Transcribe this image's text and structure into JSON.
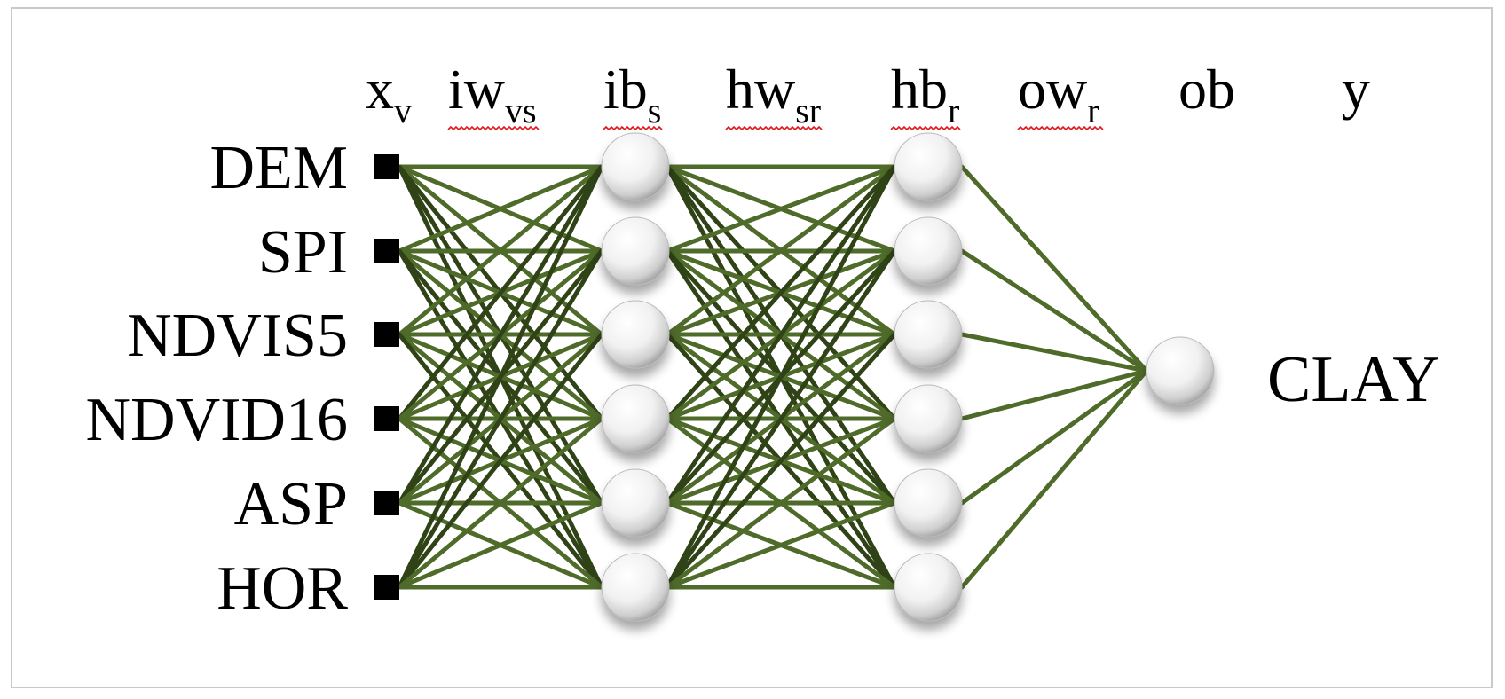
{
  "headers": [
    {
      "base": "x",
      "sub": "v",
      "squiggle": false
    },
    {
      "base": "iw",
      "sub": "vs",
      "squiggle": true
    },
    {
      "base": "ib",
      "sub": "s",
      "squiggle": true
    },
    {
      "base": "hw",
      "sub": "sr",
      "squiggle": true
    },
    {
      "base": "hb",
      "sub": "r",
      "squiggle": true
    },
    {
      "base": "ow",
      "sub": "r",
      "squiggle": true
    },
    {
      "base": "ob",
      "sub": "",
      "squiggle": false
    },
    {
      "base": "y",
      "sub": "",
      "squiggle": false
    }
  ],
  "inputs": [
    "DEM",
    "SPI",
    "NDVIS5",
    "NDVID16",
    "ASP",
    "HOR"
  ],
  "output_label": "CLAY",
  "colors": {
    "edge": "#4f6b2a",
    "edge_dark": "#2f4316",
    "node_fill": "#ffffff",
    "node_shade": "#a6a6a6",
    "input_marker": "#000000",
    "squiggle": "#e0161b",
    "border": "#c9c9c9"
  }
}
